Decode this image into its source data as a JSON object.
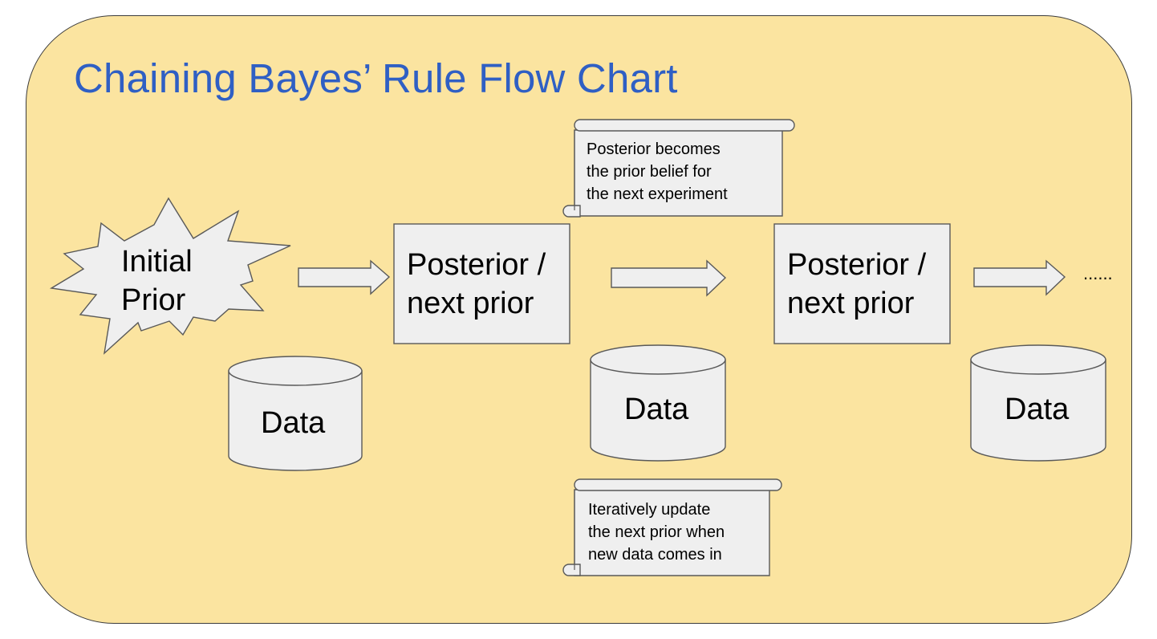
{
  "title": "Chaining Bayes’ Rule Flow Chart",
  "initial_prior": {
    "line1": "Initial",
    "line2": "Prior"
  },
  "posterior_1": {
    "line1": "Posterior /",
    "line2": "next prior"
  },
  "posterior_2": {
    "line1": "Posterior /",
    "line2": "next prior"
  },
  "data_1": "Data",
  "data_2": "Data",
  "data_3": "Data",
  "ellipsis": "......",
  "note_top": {
    "line1": "Posterior becomes",
    "line2": "the prior belief for",
    "line3": "the next experiment"
  },
  "note_bottom": {
    "line1": "Iteratively update",
    "line2": "the next prior when",
    "line3": "new data comes in"
  },
  "colors": {
    "background": "#fbe4a0",
    "title": "#2f5fc4",
    "shape_fill": "#efefef",
    "shape_stroke": "#595959"
  }
}
